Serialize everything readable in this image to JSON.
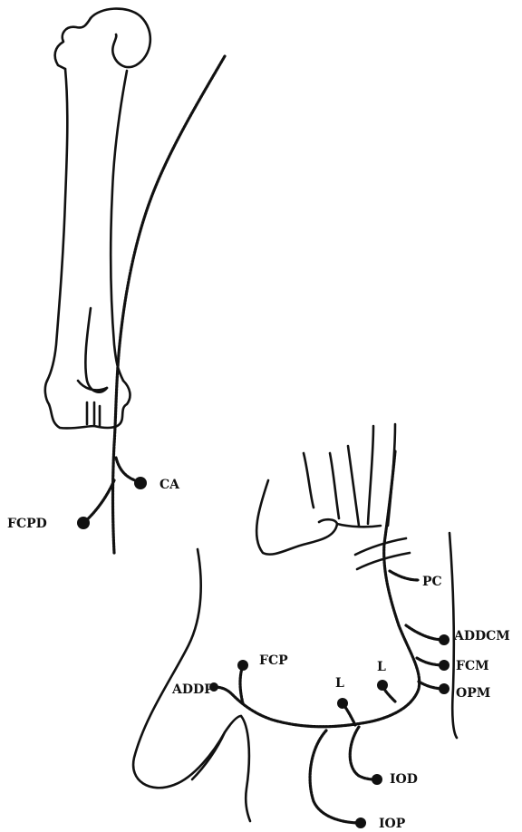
{
  "labels": {
    "ca": "CA",
    "fcpd": "FCPD",
    "pc": "PC",
    "addcm": "ADDCM",
    "fcm": "FCM",
    "opm": "OPM",
    "fcp": "FCP",
    "addp": "ADDP",
    "l_left": "L",
    "l_right": "L",
    "iod": "IOD",
    "iop": "IOP"
  },
  "colors": {
    "ink": "#111111",
    "background": "#ffffff"
  }
}
